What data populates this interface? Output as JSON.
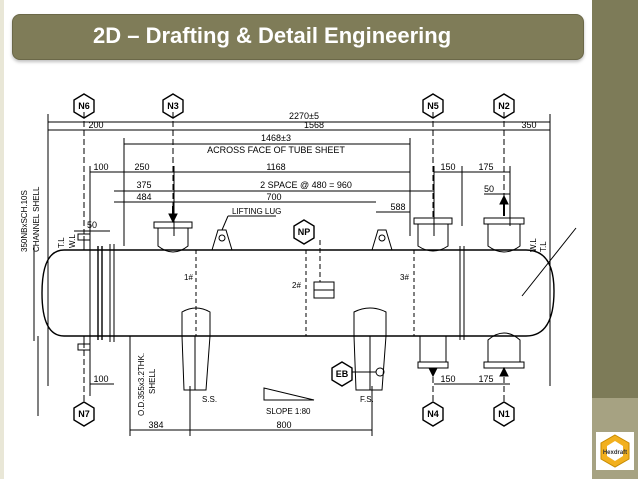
{
  "slide": {
    "title": "2D – Drafting & Detail Engineering"
  },
  "drawing": {
    "nozzles": {
      "n6": "N6",
      "n3": "N3",
      "n5": "N5",
      "n2": "N2",
      "n7": "N7",
      "n4": "N4",
      "n1": "N1",
      "np": "NP",
      "eb": "EB"
    },
    "dims": {
      "overall": "2270±5",
      "d200": "200",
      "d1568": "1568",
      "d350": "350",
      "d1468": "1468±3",
      "across_face": "ACROSS FACE OF TUBE SHEET",
      "d100_top": "100",
      "d250": "250",
      "d1168": "1168",
      "d150_top": "150",
      "d175_top": "175",
      "d375": "375",
      "space": "2 SPACE @ 480 = 960",
      "d50_right": "50",
      "d484": "484",
      "d700": "700",
      "d588": "588",
      "d50_left": "50",
      "d100_bot": "100",
      "d150_bot": "150",
      "d175_bot": "175",
      "d384": "384",
      "d800": "800"
    },
    "labels": {
      "channel": "350NBxSCH.10S",
      "channel_shell": "CHANNEL SHELL",
      "tl_left": "T.L",
      "wl_left": "W.L",
      "tl_right": "T.L",
      "wl_right": "W.L",
      "lifting_lug": "LIFTING LUG",
      "baffle1": "1#",
      "baffle2": "2#",
      "baffle3": "3#",
      "od": "O.D.355x3.2THK.",
      "shell": "SHELL",
      "ss": "S.S.",
      "fs": "F.S.",
      "slope": "SLOPE 1:80"
    }
  },
  "logo": {
    "text": "Hexdraft"
  }
}
